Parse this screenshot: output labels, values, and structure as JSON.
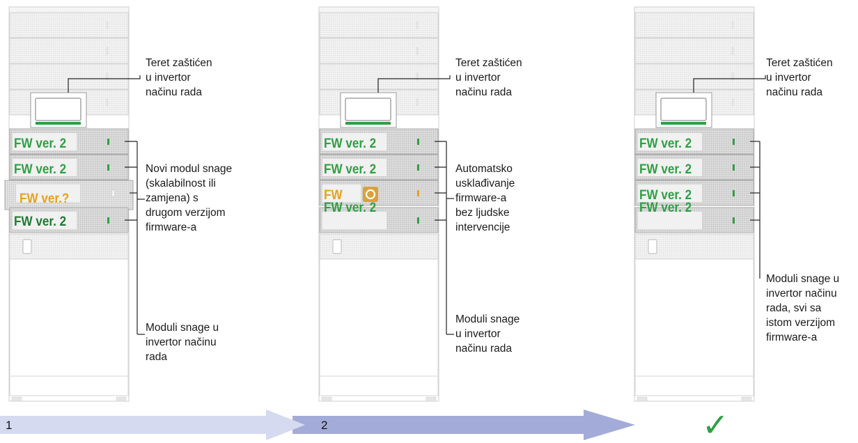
{
  "panels": [
    {
      "load_caption": [
        "Teret zaštićen",
        "u invertor",
        "načinu rada"
      ],
      "middle_caption": [
        "Novi modul snage",
        "(skalabilnost ili",
        "zamjena) s",
        "drugom verzijom",
        "firmware-a"
      ],
      "bottom_caption": [
        "Moduli snage u",
        "invertor načinu",
        "rada"
      ],
      "modules": [
        {
          "label": "FW ver. 2",
          "color": "green"
        },
        {
          "label": "FW ver. 2",
          "color": "green"
        },
        {
          "label": "FW ver.?",
          "color": "orange"
        },
        {
          "label": "FW ver. 2",
          "color": "dark"
        }
      ]
    },
    {
      "load_caption": [
        "Teret zaštićen",
        "u invertor",
        "načinu rada"
      ],
      "middle_caption": [
        "Automatsko",
        "usklađivanje",
        "firmware-a",
        "bez ljudske",
        "intervencije"
      ],
      "bottom_caption": [
        "Moduli snage",
        "u invertor",
        "načinu rada"
      ],
      "modules": [
        {
          "label": "FW ver. 2",
          "color": "green"
        },
        {
          "label": "FW ver. 2",
          "color": "green"
        },
        {
          "label": "FW",
          "color": "orange"
        },
        {
          "label": "FW ver. 2",
          "color": "green"
        }
      ]
    },
    {
      "load_caption": [
        "Teret zaštićen",
        "u invertor",
        "načinu rada"
      ],
      "bottom_caption": [
        "Moduli snage u",
        "invertor načinu",
        "rada, svi sa",
        "istom verzijom",
        "firmware-a"
      ],
      "modules": [
        {
          "label": "FW ver. 2",
          "color": "green"
        },
        {
          "label": "FW ver. 2",
          "color": "green"
        },
        {
          "label": "FW ver. 2",
          "color": "green"
        },
        {
          "label": "FW ver. 2",
          "color": "green"
        }
      ]
    }
  ],
  "steps": {
    "one": "1",
    "two": "2",
    "done": "✓"
  },
  "colors": {
    "green": "#2ea043",
    "orange": "#e8a21a",
    "arrow1": "#d6daf0",
    "arrow2": "#a3acd8",
    "rack_line": "#c8c8c8"
  }
}
